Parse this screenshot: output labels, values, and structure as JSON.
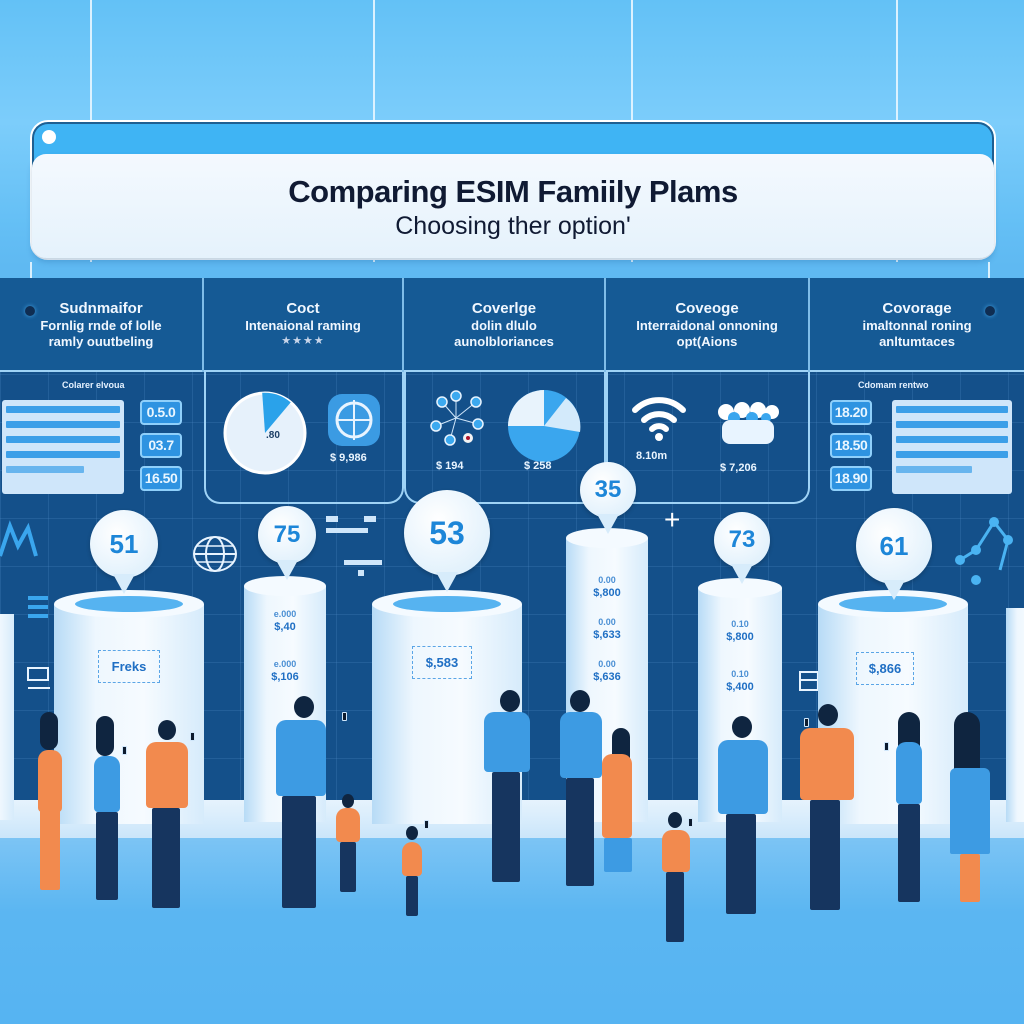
{
  "header": {
    "title": "Comparing ESIM Famiily  Plams",
    "subtitle": "Choosing ther option'"
  },
  "columns": [
    {
      "title": "Sudnmaifor",
      "lines": [
        "Fornlig rnde of lolle",
        "ramly ouutbeling"
      ]
    },
    {
      "title": "Coct",
      "lines": [
        "Intenaional raming"
      ],
      "rating": "★★★★"
    },
    {
      "title": "Coverlge",
      "lines": [
        "dolin dlulo",
        "aunolbloriances"
      ]
    },
    {
      "title": "Coveoge",
      "lines": [
        "Interraidonal onnoning",
        "opt(Aions"
      ]
    },
    {
      "title": "Covorage",
      "lines": [
        "imaltonnal roning",
        "anltumtaces"
      ]
    }
  ],
  "panels": {
    "left": {
      "label": "Colarer elvoua",
      "values": [
        "0.5.0",
        "03.7",
        "16.50"
      ]
    },
    "cost": {
      "pie_label": ".80",
      "globe_value": "$ 9,986"
    },
    "coverage": {
      "network_value": "$ 194",
      "pie_value": "$ 258"
    },
    "options": {
      "wifi_value": "8.10m",
      "group_value": "$ 7,206"
    },
    "right": {
      "label": "Cdomam rentwo",
      "values": [
        "18.20",
        "18.50",
        "18.90"
      ]
    }
  },
  "balloons": [
    "51",
    "75",
    "53",
    "35",
    "73",
    "61"
  ],
  "cylinders": [
    {
      "tag": "Freks"
    },
    {
      "rows": [
        {
          "small": "e.000",
          "value": "$,40"
        },
        {
          "small": "e.000",
          "value": "$,106"
        }
      ]
    },
    {
      "tag": "$,583"
    },
    {
      "rows": [
        {
          "small": "0.00",
          "value": "$,800"
        },
        {
          "small": "0.00",
          "value": "$,633"
        },
        {
          "small": "0.00",
          "value": "$,636"
        }
      ]
    },
    {
      "rows": [
        {
          "small": "0.10",
          "value": "$,800"
        },
        {
          "small": "0.10",
          "value": "$,400"
        }
      ]
    },
    {
      "tag": "$,866"
    }
  ],
  "colors": {
    "sky": "#6cc6f8",
    "board": "#14508a",
    "accent": "#2e93e1",
    "orange": "#f28a4e",
    "text_dark": "#101a33"
  }
}
